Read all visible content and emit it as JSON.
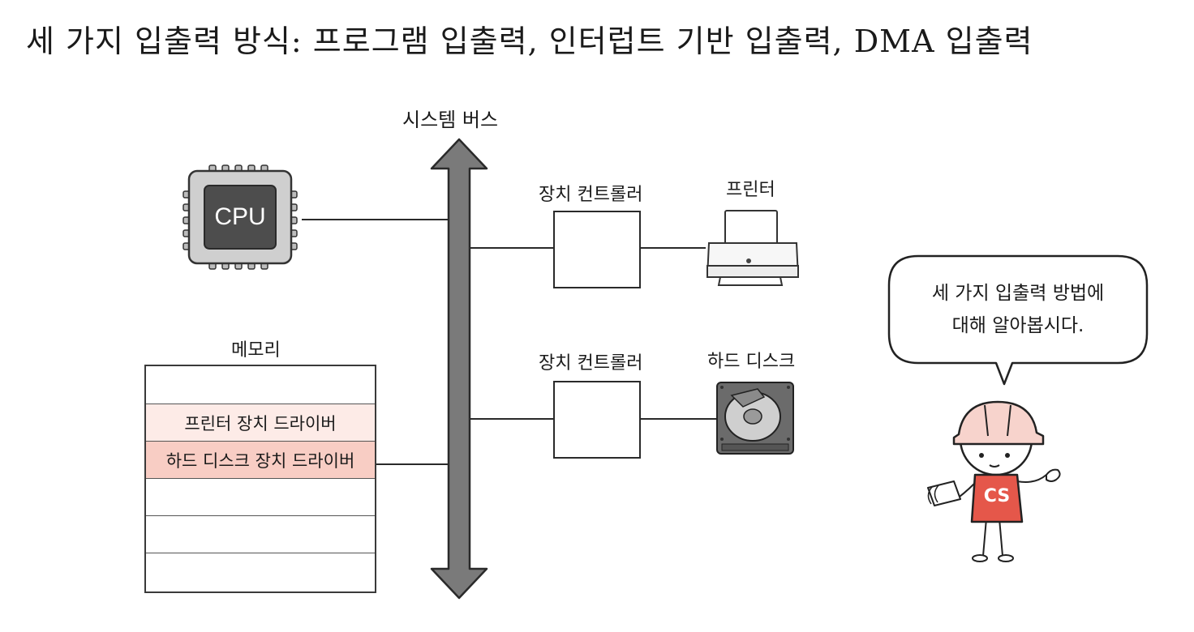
{
  "title": "세 가지 입출력 방식: 프로그램 입출력, 인터럽트 기반 입출력, DMA 입출력",
  "bus": {
    "label": "시스템 버스"
  },
  "cpu": {
    "label": "CPU"
  },
  "memory": {
    "label": "메모리",
    "rows": [
      {
        "text": "",
        "highlight": ""
      },
      {
        "text": "프린터 장치 드라이버",
        "highlight": "#fdebe7"
      },
      {
        "text": "하드 디스크 장치 드라이버",
        "highlight": "#f8cdc4"
      },
      {
        "text": "",
        "highlight": ""
      },
      {
        "text": "",
        "highlight": ""
      },
      {
        "text": "",
        "highlight": ""
      }
    ]
  },
  "controllers": [
    {
      "label": "장치 컨트롤러",
      "device": "프린터"
    },
    {
      "label": "장치 컨트롤러",
      "device": "하드 디스크"
    }
  ],
  "speech": {
    "line1": "세 가지 입출력 방법에",
    "line2": "대해 알아봅시다.",
    "shirt": "CS"
  },
  "colors": {
    "bus": "#7a7a7a",
    "cpu_body": "#cfcfcf",
    "cpu_die": "#4d4d4d",
    "helmet": "#f7d3cc",
    "shirt": "#e5574a"
  }
}
